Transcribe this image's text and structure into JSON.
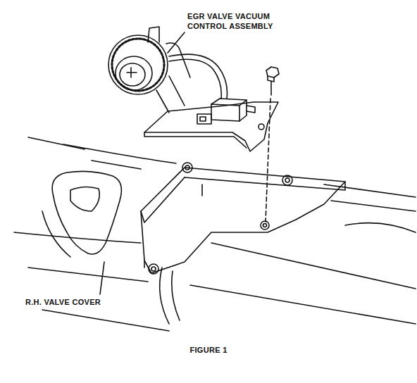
{
  "diagram": {
    "caption": "FIGURE 1",
    "labels": [
      "EGR VALVE VACUUM CONTROL ASSEMBLY",
      "R.H. VALVE COVER"
    ]
  }
}
